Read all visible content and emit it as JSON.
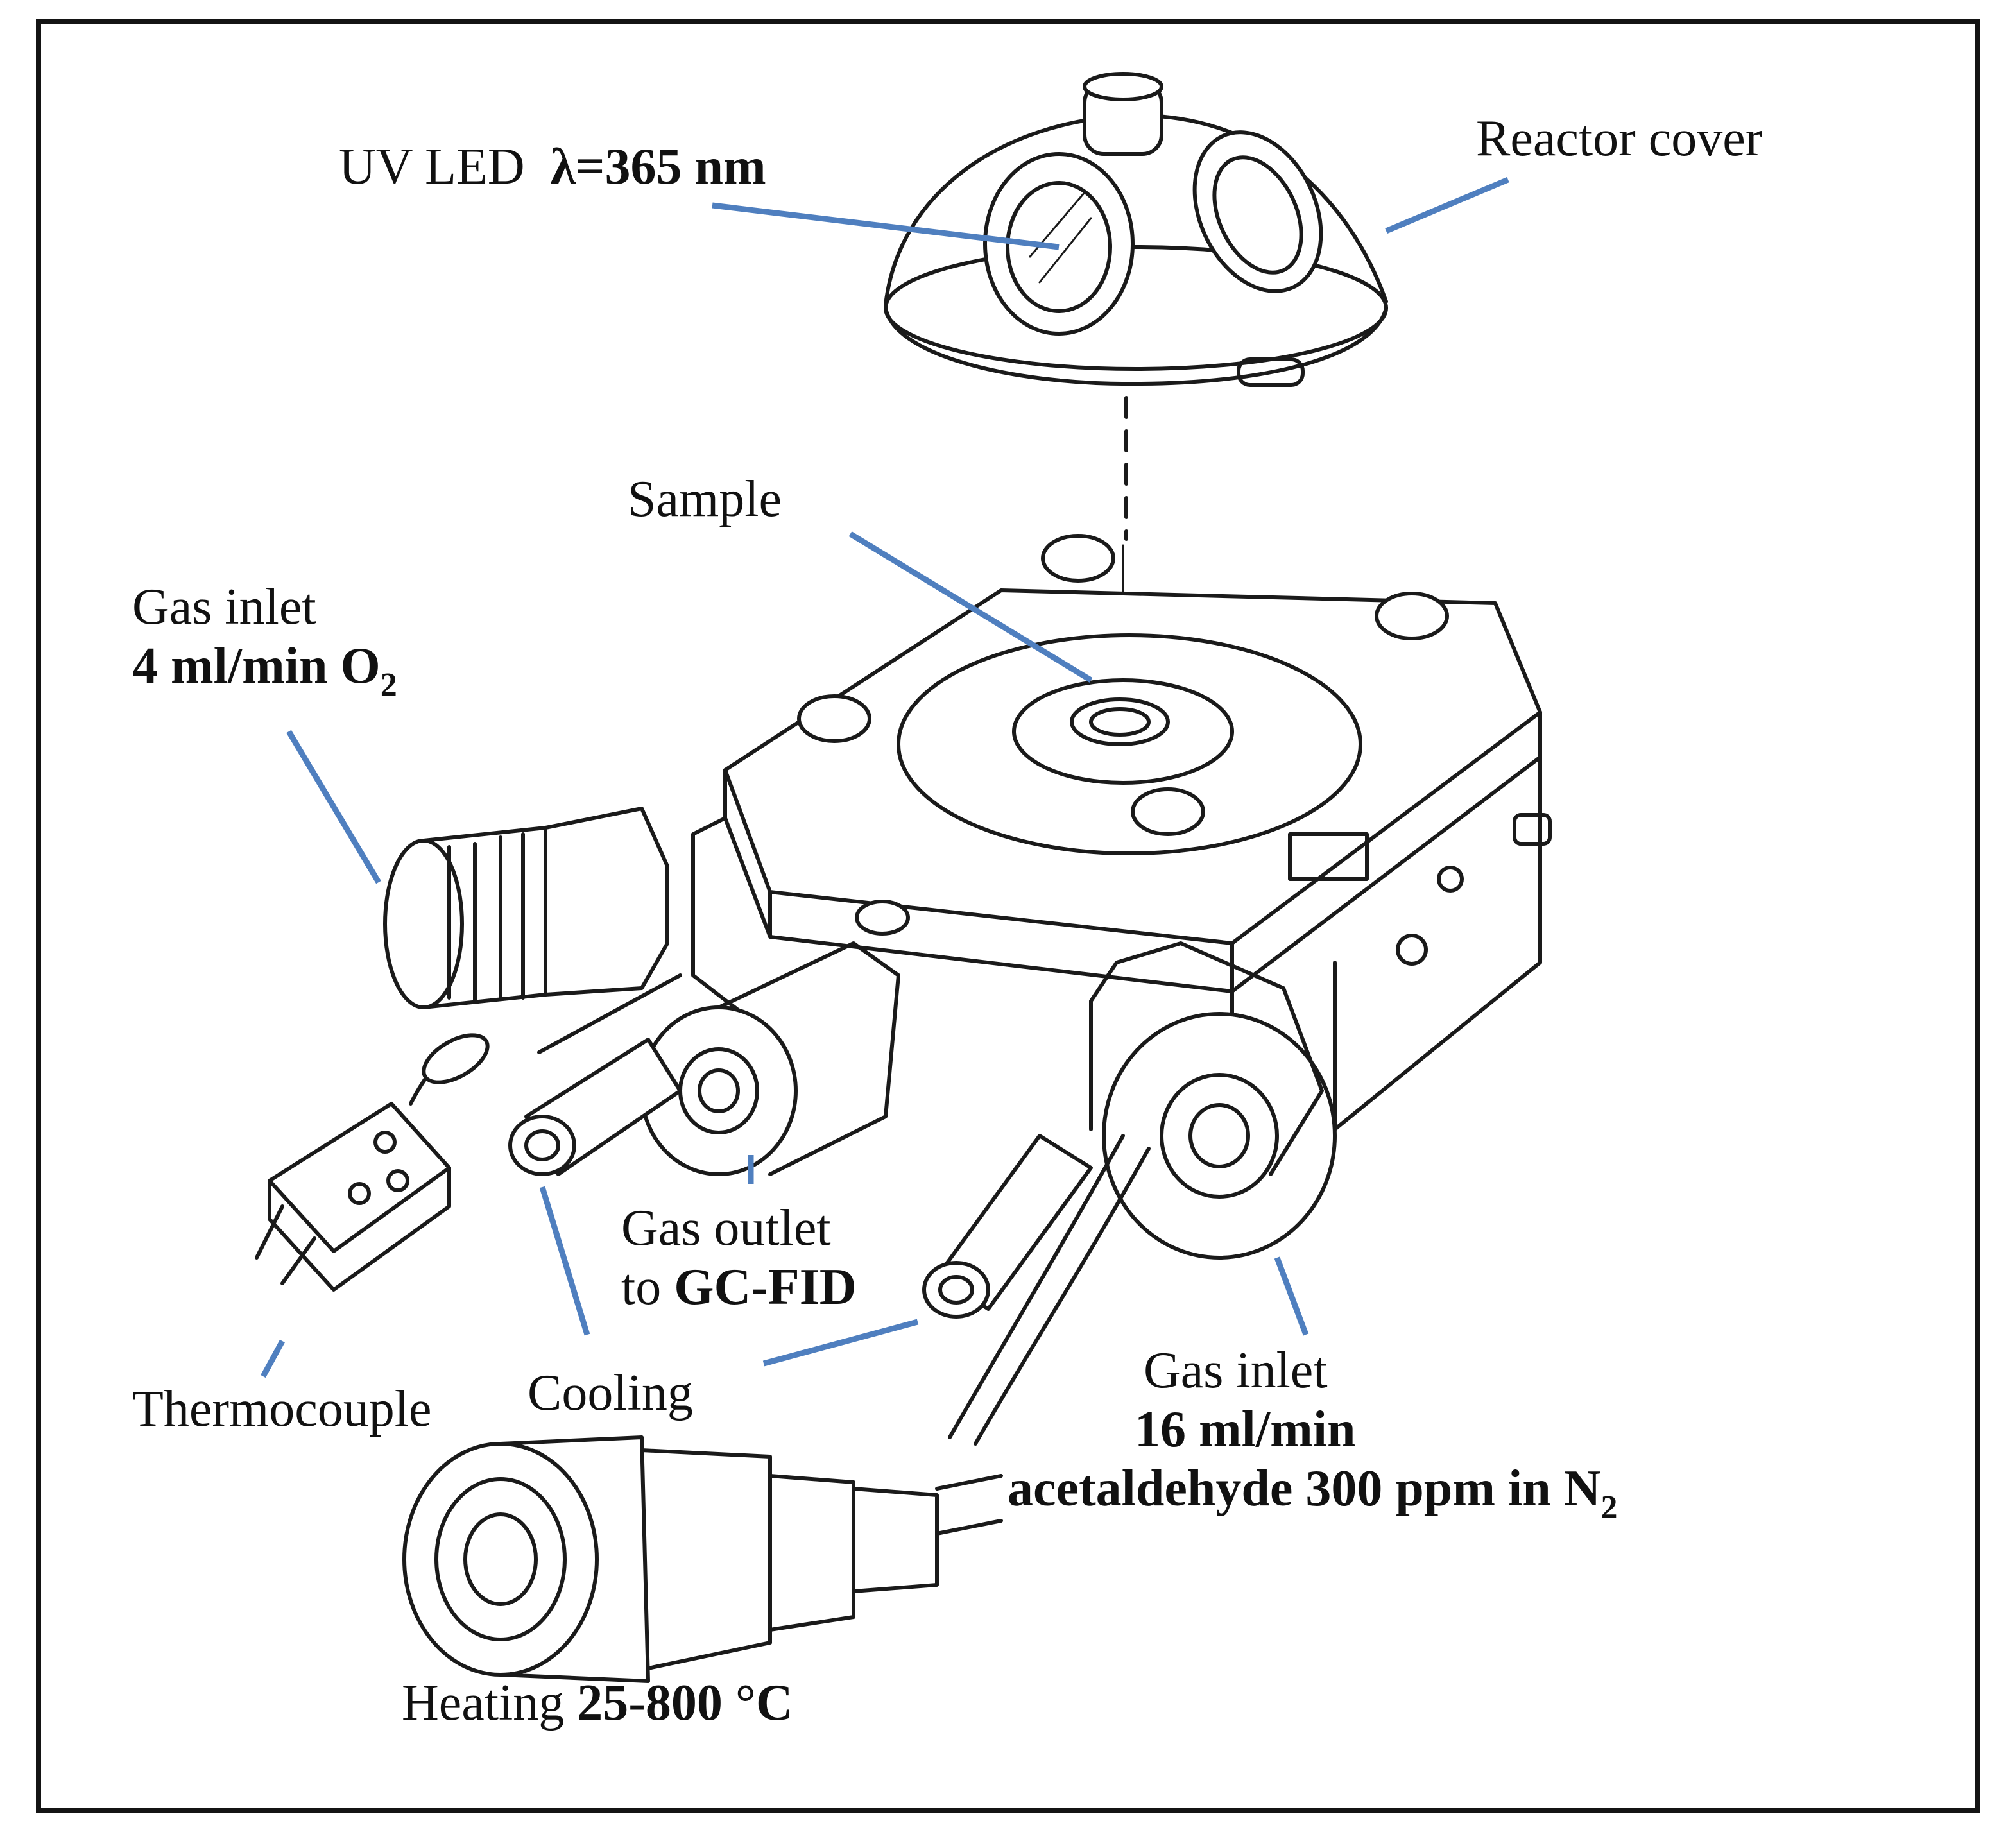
{
  "figure": {
    "labels": {
      "uv_led": {
        "text": "UV LED",
        "lambda": "λ=365 nm"
      },
      "reactor_cover": "Reactor cover",
      "sample": "Sample",
      "gas_inlet_o2": {
        "title": "Gas inlet",
        "flow": "4 ml/min O",
        "sub": "2"
      },
      "gas_outlet": {
        "line1": "Gas outlet",
        "to": "to",
        "target": "GC-FID"
      },
      "thermocouple": "Thermocouple",
      "cooling": "Cooling",
      "gas_inlet_n2": {
        "title": "Gas inlet",
        "flow": "16 ml/min",
        "gas": "acetaldehyde 300 ppm in N",
        "sub": "2"
      },
      "heating": {
        "text": "Heating",
        "range": "25-800 °C"
      }
    },
    "colors": {
      "leader": "#4f7fbf",
      "ink": "#1a1a1a",
      "frame": "#141414"
    }
  }
}
